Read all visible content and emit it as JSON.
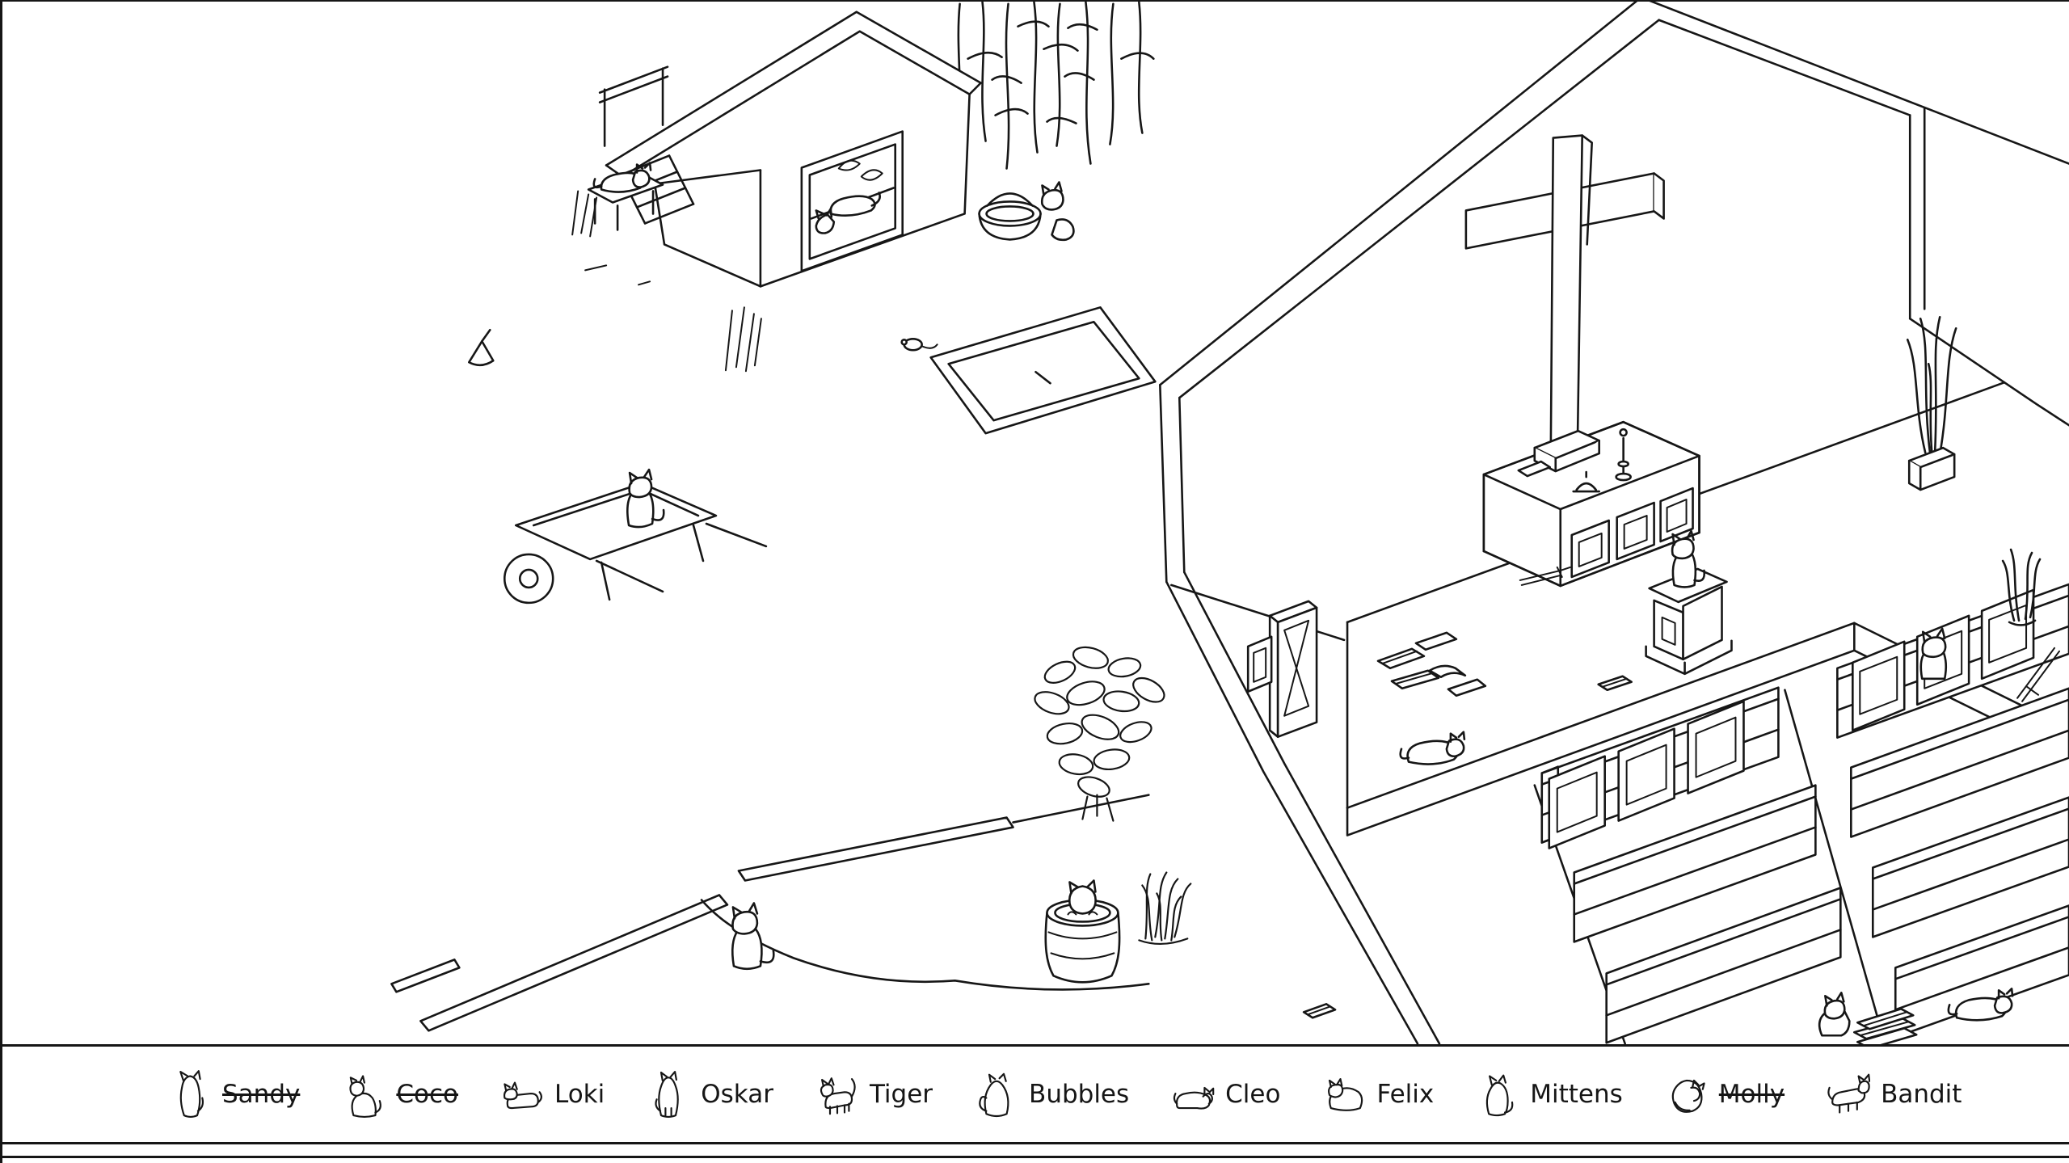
{
  "colors": {
    "ink": "#161616",
    "paper": "#ffffff"
  },
  "tray": {
    "items": [
      {
        "name": "Sandy",
        "found": true,
        "icon": "cat-standing-icon"
      },
      {
        "name": "Coco",
        "found": true,
        "icon": "cat-sitting-side-icon"
      },
      {
        "name": "Loki",
        "found": false,
        "icon": "cat-lying-icon"
      },
      {
        "name": "Oskar",
        "found": false,
        "icon": "cat-sitting-tall-icon"
      },
      {
        "name": "Tiger",
        "found": false,
        "icon": "cat-walking-icon"
      },
      {
        "name": "Bubbles",
        "found": false,
        "icon": "cat-sitting-back-icon"
      },
      {
        "name": "Cleo",
        "found": false,
        "icon": "cat-sleeping-icon"
      },
      {
        "name": "Felix",
        "found": false,
        "icon": "cat-loaf-icon"
      },
      {
        "name": "Mittens",
        "found": false,
        "icon": "cat-sitting-tail-icon"
      },
      {
        "name": "Molly",
        "found": true,
        "icon": "cat-curled-icon"
      },
      {
        "name": "Bandit",
        "found": false,
        "icon": "cat-stretching-icon"
      }
    ]
  },
  "scene": {
    "cats": [
      "cat-on-table",
      "cat-in-doorway",
      "cat-behind-basket",
      "cat-on-wheelbarrow",
      "cat-on-path",
      "cat-in-pot",
      "cat-on-pulpit",
      "cat-on-platform-edge",
      "cat-on-right-pew",
      "cat-by-books",
      "cat-lying-by-pew"
    ],
    "objects": [
      "shed",
      "porch-steps",
      "corn-stalks",
      "basket",
      "cellar-hatch",
      "mouse",
      "garden-tool",
      "wheelbarrow",
      "bush",
      "planter-pot",
      "grass-tuft",
      "garden-paths",
      "church",
      "cross",
      "altar",
      "pulpit",
      "chancel-platform",
      "confessional-screen",
      "scattered-books",
      "pews-left",
      "pews-right",
      "picture-frames",
      "books-stack",
      "dropped-book",
      "tall-plant",
      "small-plant"
    ]
  }
}
